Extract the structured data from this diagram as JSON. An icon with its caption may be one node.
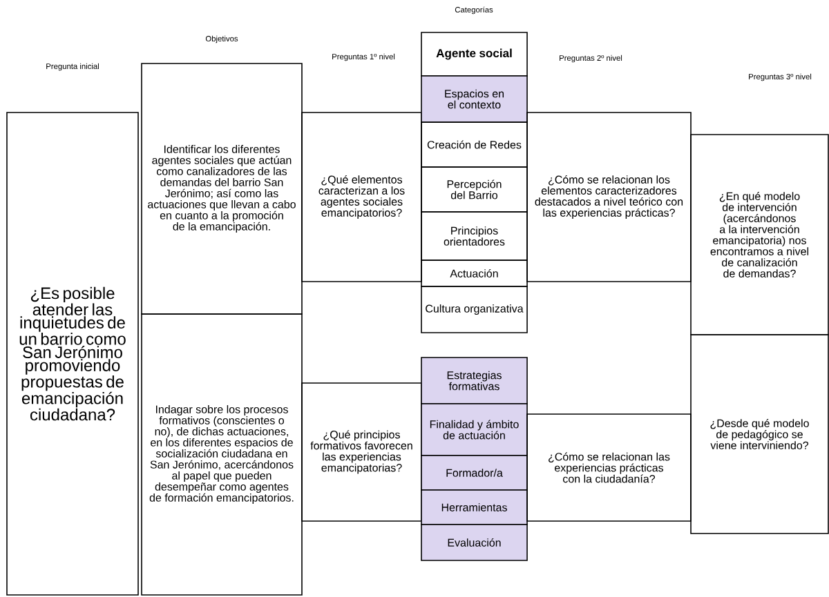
{
  "diagram": {
    "nodes": [
      {
        "text": [
          "¿Es posible atender las inquietudes de un barrio como San Jerónimo promoviendo propuestas de emancipación ciudadana?"
        ]
      },
      {
        "text": [
          "Identificar los diferentes agentes sociales que actúan como canalizadores de las demandas del barrio San Jerónimo; así como las actuaciones que llevan a cabo en cuanto a la promoción de la emancipación."
        ]
      },
      {
        "text": [
          "Indagar sobre los procesos formativos (conscientes o no), de dichas actuaciones, en los diferentes espacios de socialización ciudadana en San Jerónimo, acercándonos al papel que pueden desempeñar como agentes de formación emancipatorios."
        ]
      },
      {
        "text": [
          "¿Qué elementos caracterizan a los agentes sociales emancipatorios?"
        ]
      },
      {
        "text": [
          "¿Qué principios formativos favorecen las experiencias emancipatorias?"
        ]
      },
      {
        "text": [
          "Agente social"
        ]
      },
      {
        "text": [
          "Espacios en el contexto"
        ]
      },
      {
        "text": [
          "Creación de Redes"
        ]
      },
      {
        "text": [
          "Percepción del Barrio"
        ]
      },
      {
        "text": [
          "Principios orientadores"
        ]
      },
      {
        "text": [
          "Actuación"
        ]
      },
      {
        "text": [
          "Cultura organizativa"
        ]
      },
      {
        "text": [
          "Estrategias formativas"
        ]
      },
      {
        "text": [
          "Finalidad y ámbito de actuación"
        ]
      },
      {
        "text": [
          "Formador/a"
        ]
      },
      {
        "text": [
          "Herramientas"
        ]
      },
      {
        "text": [
          "Evaluación"
        ]
      },
      {
        "text": [
          "¿Cómo se relacionan los elementos caracterizadores destacados a nivel teórico con las experiencias prácticas?"
        ]
      },
      {
        "text": [
          "¿Cómo se relacionan las experiencias prácticas con la ciudadanía?"
        ]
      },
      {
        "text": [
          "¿En qué modelo de intervención (acercándonos a la intervención emancipatoria) nos encontramos a nivel de canalización de demandas?"
        ]
      },
      {
        "text": [
          "¿Desde qué modelo de pedagógico se viene interviniendo?"
        ]
      }
    ],
    "labels": [
      "Categorías",
      "Objetivos",
      "Preguntas 1º nivel",
      "Preguntas 2º nivel",
      "Pregunta inicial",
      "Preguntas 3º nivel"
    ]
  }
}
